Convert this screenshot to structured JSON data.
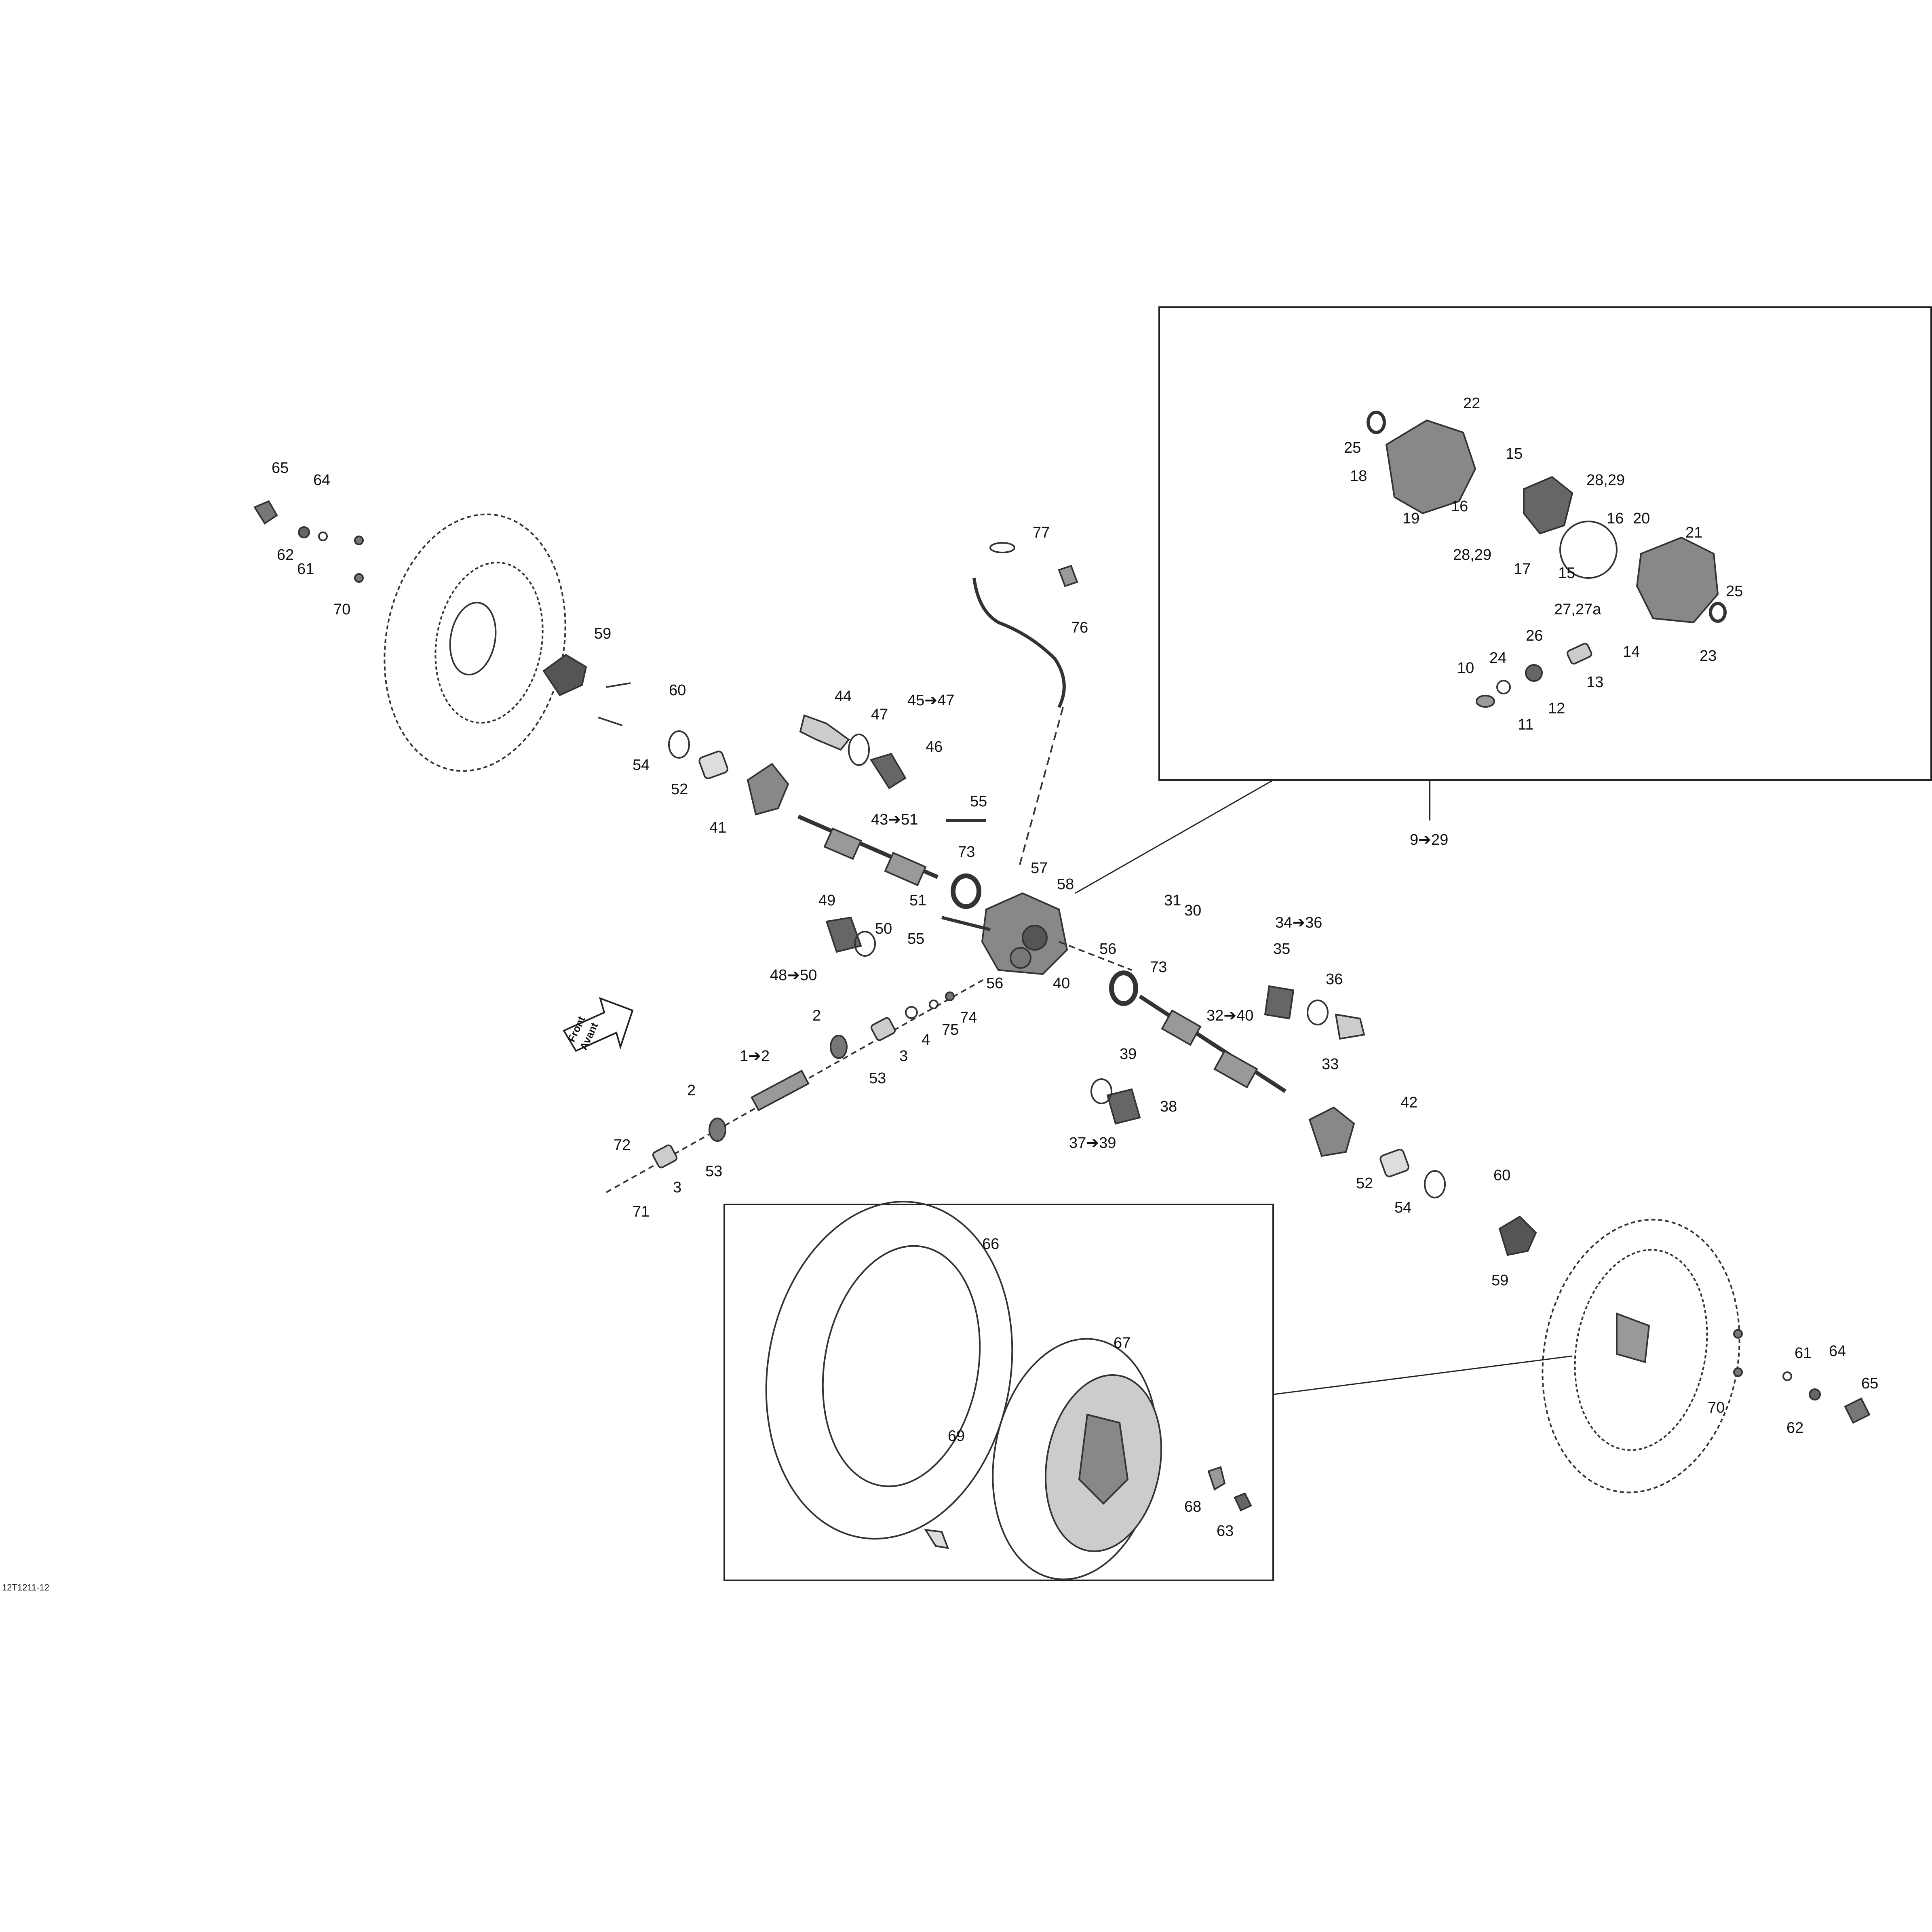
{
  "document_code": "12T1211-12",
  "front_arrow": {
    "line1": "Front",
    "line2": "Avant"
  },
  "colors": {
    "line": "#222222",
    "dash": "#333333",
    "frame": "#222222",
    "background": "#ffffff"
  },
  "frames": {
    "differential": {
      "range_label": "9➔29"
    },
    "wheel": {}
  },
  "callouts": [
    {
      "id": "c65-left",
      "text": "65"
    },
    {
      "id": "c64-left",
      "text": "64"
    },
    {
      "id": "c62-left",
      "text": "62"
    },
    {
      "id": "c61-left",
      "text": "61"
    },
    {
      "id": "c70-left",
      "text": "70"
    },
    {
      "id": "c59-left",
      "text": "59"
    },
    {
      "id": "c60-left",
      "text": "60"
    },
    {
      "id": "c54-left",
      "text": "54"
    },
    {
      "id": "c52-left",
      "text": "52"
    },
    {
      "id": "c41",
      "text": "41"
    },
    {
      "id": "c44",
      "text": "44"
    },
    {
      "id": "c47",
      "text": "47"
    },
    {
      "id": "c45-47",
      "text": "45➔47"
    },
    {
      "id": "c46",
      "text": "46"
    },
    {
      "id": "c43-51",
      "text": "43➔51"
    },
    {
      "id": "c55-top",
      "text": "55"
    },
    {
      "id": "c73-top",
      "text": "73"
    },
    {
      "id": "c57",
      "text": "57"
    },
    {
      "id": "c58",
      "text": "58"
    },
    {
      "id": "c51",
      "text": "51"
    },
    {
      "id": "c49",
      "text": "49"
    },
    {
      "id": "c50",
      "text": "50"
    },
    {
      "id": "c48-50",
      "text": "48➔50"
    },
    {
      "id": "c55-bottom",
      "text": "55"
    },
    {
      "id": "c56-left",
      "text": "56"
    },
    {
      "id": "c40",
      "text": "40"
    },
    {
      "id": "c56-right",
      "text": "56"
    },
    {
      "id": "c73-bottom",
      "text": "73"
    },
    {
      "id": "c31",
      "text": "31"
    },
    {
      "id": "c30",
      "text": "30"
    },
    {
      "id": "c77",
      "text": "77"
    },
    {
      "id": "c76",
      "text": "76"
    },
    {
      "id": "c75",
      "text": "75"
    },
    {
      "id": "c74",
      "text": "74"
    },
    {
      "id": "c4",
      "text": "4"
    },
    {
      "id": "c3-top",
      "text": "3"
    },
    {
      "id": "c2-top",
      "text": "2"
    },
    {
      "id": "c53-top",
      "text": "53"
    },
    {
      "id": "c1-2",
      "text": "1➔2"
    },
    {
      "id": "c2-bottom",
      "text": "2"
    },
    {
      "id": "c53-bottom",
      "text": "53"
    },
    {
      "id": "c72",
      "text": "72"
    },
    {
      "id": "c3-bottom",
      "text": "3"
    },
    {
      "id": "c71",
      "text": "71"
    },
    {
      "id": "c34-36",
      "text": "34➔36"
    },
    {
      "id": "c35",
      "text": "35"
    },
    {
      "id": "c36",
      "text": "36"
    },
    {
      "id": "c33",
      "text": "33"
    },
    {
      "id": "c32-40",
      "text": "32➔40"
    },
    {
      "id": "c39",
      "text": "39"
    },
    {
      "id": "c38",
      "text": "38"
    },
    {
      "id": "c37-39",
      "text": "37➔39"
    },
    {
      "id": "c42",
      "text": "42"
    },
    {
      "id": "c52-right",
      "text": "52"
    },
    {
      "id": "c54-right",
      "text": "54"
    },
    {
      "id": "c60-right",
      "text": "60"
    },
    {
      "id": "c59-right",
      "text": "59"
    },
    {
      "id": "c61-right",
      "text": "61"
    },
    {
      "id": "c64-right",
      "text": "64"
    },
    {
      "id": "c65-right",
      "text": "65"
    },
    {
      "id": "c70-right",
      "text": "70"
    },
    {
      "id": "c62-right",
      "text": "62"
    },
    {
      "id": "c22",
      "text": "22"
    },
    {
      "id": "c25-top",
      "text": "25"
    },
    {
      "id": "c18",
      "text": "18"
    },
    {
      "id": "c15-top",
      "text": "15"
    },
    {
      "id": "c16-left",
      "text": "16"
    },
    {
      "id": "c19",
      "text": "19"
    },
    {
      "id": "c28-29-top",
      "text": "28,29"
    },
    {
      "id": "c28-29-bottom",
      "text": "28,29"
    },
    {
      "id": "c17",
      "text": "17"
    },
    {
      "id": "c16-right",
      "text": "16"
    },
    {
      "id": "c20",
      "text": "20"
    },
    {
      "id": "c15-bottom",
      "text": "15"
    },
    {
      "id": "c21",
      "text": "21"
    },
    {
      "id": "c25-right",
      "text": "25"
    },
    {
      "id": "c27-27a",
      "text": "27,27a"
    },
    {
      "id": "c23",
      "text": "23"
    },
    {
      "id": "c26",
      "text": "26"
    },
    {
      "id": "c14",
      "text": "14"
    },
    {
      "id": "c24",
      "text": "24"
    },
    {
      "id": "c13",
      "text": "13"
    },
    {
      "id": "c10",
      "text": "10"
    },
    {
      "id": "c12",
      "text": "12"
    },
    {
      "id": "c11",
      "text": "11"
    },
    {
      "id": "c66",
      "text": "66"
    },
    {
      "id": "c67",
      "text": "67"
    },
    {
      "id": "c69",
      "text": "69"
    },
    {
      "id": "c68",
      "text": "68"
    },
    {
      "id": "c63",
      "text": "63"
    }
  ]
}
